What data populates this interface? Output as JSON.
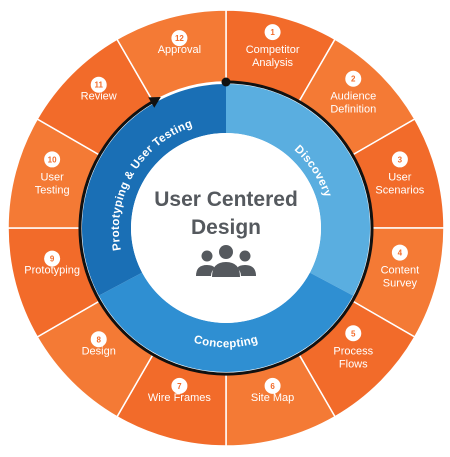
{
  "center": {
    "title_line1": "User Centered",
    "title_line2": "Design",
    "icon": "user-group-icon"
  },
  "phases": [
    {
      "id": "discovery",
      "label": "Discovery",
      "color": "#5aaee0"
    },
    {
      "id": "concepting",
      "label": "Concepting",
      "color": "#2f8fd2"
    },
    {
      "id": "prototyping",
      "label": "Prototyping & User Testing",
      "color": "#1a6fb5"
    }
  ],
  "steps": [
    {
      "number": "1",
      "lines": [
        "Competitor",
        "Analysis"
      ]
    },
    {
      "number": "2",
      "lines": [
        "Audience",
        "Definition"
      ]
    },
    {
      "number": "3",
      "lines": [
        "User",
        "Scenarios"
      ]
    },
    {
      "number": "4",
      "lines": [
        "Content",
        "Survey"
      ]
    },
    {
      "number": "5",
      "lines": [
        "Process",
        "Flows"
      ]
    },
    {
      "number": "6",
      "lines": [
        "Site Map"
      ]
    },
    {
      "number": "7",
      "lines": [
        "Wire Frames"
      ]
    },
    {
      "number": "8",
      "lines": [
        "Design"
      ]
    },
    {
      "number": "9",
      "lines": [
        "Prototyping"
      ]
    },
    {
      "number": "10",
      "lines": [
        "User",
        "Testing"
      ]
    },
    {
      "number": "11",
      "lines": [
        "Review"
      ]
    },
    {
      "number": "12",
      "lines": [
        "Approval"
      ]
    }
  ],
  "colors": {
    "orange": "#f26b2a",
    "orange_alt": "#f47a35",
    "center_fill": "#ffffff",
    "center_text": "#55595e",
    "arrow": "#111111"
  },
  "icons": {
    "cycle": "cycle-arrows-icon",
    "arrowhead": "arrowhead-icon"
  }
}
